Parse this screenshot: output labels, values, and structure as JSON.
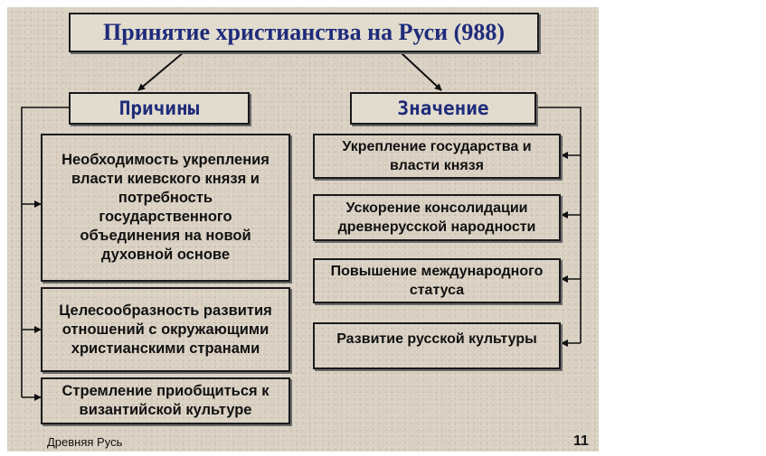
{
  "title": "Принятие христианства на Руси (988)",
  "left_header": "Причины",
  "right_header": "Значение",
  "reasons": [
    "Необходимость укрепления власти киевского князя и потребность государственного объединения на новой духовной основе",
    "Целесообразность развития отношений с окружающими христианскими странами",
    "Стремление  приобщиться к византийской культуре"
  ],
  "meanings": [
    "Укрепление государства и власти князя",
    "Ускорение консолидации древнерусской народности",
    "Повышение международного статуса",
    "Развитие русской культуры"
  ],
  "footer": {
    "caption": "Древняя Русь",
    "page_number": "11"
  },
  "colors": {
    "background": "#d9d0c2",
    "title_text": "#1f2b7a",
    "border": "#1a1a1a"
  }
}
